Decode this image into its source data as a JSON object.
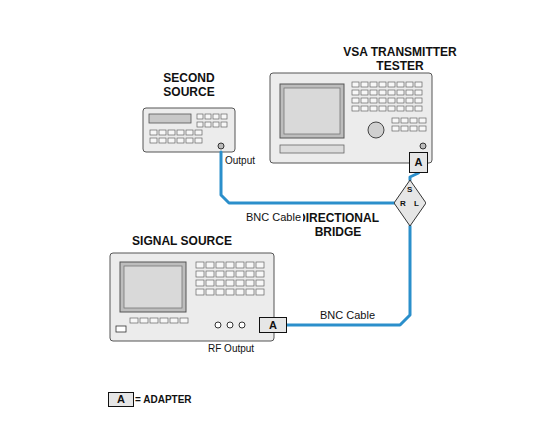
{
  "diagram": {
    "nodes": [
      {
        "text": [
          "SECOND SOURCE"
        ]
      },
      {
        "text": [
          "VSA TRANSMITTER TESTER"
        ]
      },
      {
        "text": [
          "A"
        ]
      },
      {
        "text": [
          "DIRECTIONAL BRIDGE",
          "S",
          "R",
          "L"
        ]
      },
      {
        "text": [
          "SIGNAL SOURCE"
        ]
      },
      {
        "text": [
          "A"
        ]
      },
      {
        "text": [
          "A"
        ]
      }
    ],
    "edges": [
      {
        "from": 0,
        "to": 3,
        "arrow": "none",
        "label": "BNC Cable"
      },
      {
        "from": 5,
        "to": 3,
        "arrow": "none",
        "label": "BNC Cable"
      },
      {
        "from": 3,
        "to": 2,
        "arrow": "none"
      }
    ],
    "labels": [
      "Output",
      "RF Output"
    ],
    "legend": [
      {
        "text": "= ADAPTER"
      }
    ]
  }
}
